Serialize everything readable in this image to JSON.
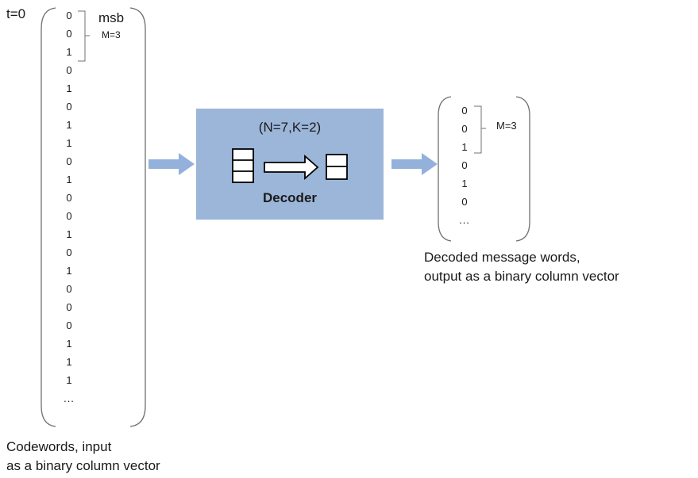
{
  "input": {
    "time_label": "t=0",
    "msb_label": "msb",
    "m_label": "M=3",
    "bits": [
      "0",
      "0",
      "1",
      "0",
      "1",
      "0",
      "1",
      "1",
      "0",
      "1",
      "0",
      "0",
      "1",
      "0",
      "1",
      "0",
      "0",
      "0",
      "1",
      "1",
      "1"
    ],
    "ellipsis": "...",
    "caption_line1": "Codewords, input",
    "caption_line2": "as a binary column vector"
  },
  "decoder": {
    "params": "(N=7,K=2)",
    "label": "Decoder",
    "fill_color": "#9cb6d9"
  },
  "output": {
    "m_label": "M=3",
    "bits": [
      "0",
      "0",
      "1",
      "0",
      "1",
      "0"
    ],
    "ellipsis": "...",
    "caption_line1": "Decoded message words,",
    "caption_line2": "output as a binary column vector"
  },
  "colors": {
    "arrow": "#93b1da",
    "bracket": "#707070"
  }
}
